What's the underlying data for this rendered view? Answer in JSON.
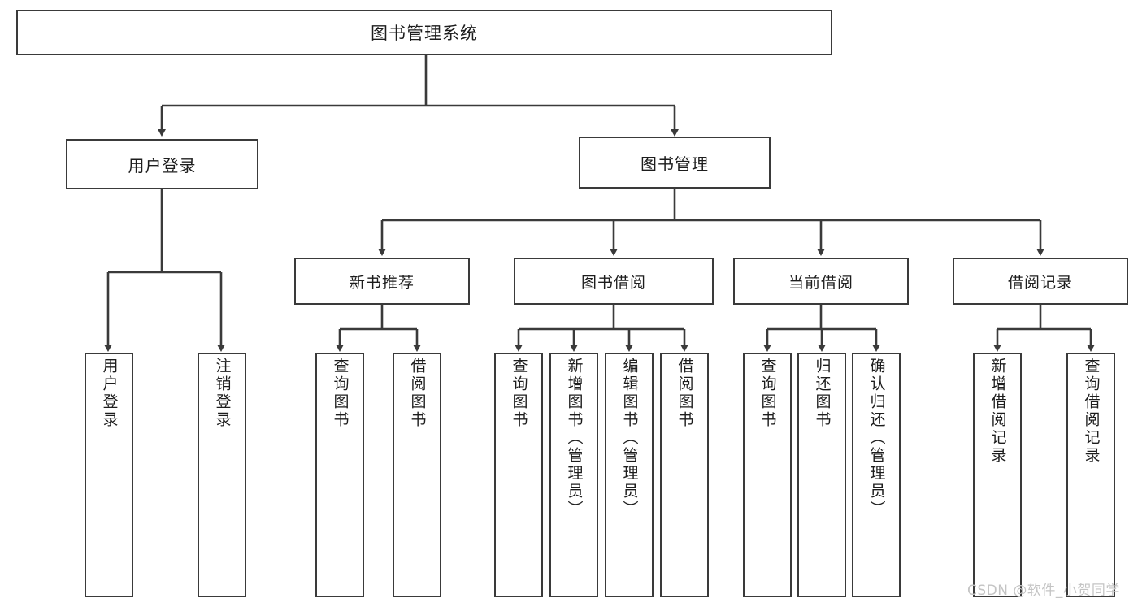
{
  "diagram": {
    "title": "图书管理系统",
    "type": "hierarchy-tree",
    "root": {
      "label": "图书管理系统"
    },
    "level2": [
      {
        "id": "user-login",
        "label": "用户登录"
      },
      {
        "id": "book-manage",
        "label": "图书管理"
      }
    ],
    "level3": [
      {
        "id": "new-book-recommend",
        "label": "新书推荐",
        "parent": "book-manage"
      },
      {
        "id": "book-borrow",
        "label": "图书借阅",
        "parent": "book-manage"
      },
      {
        "id": "current-borrow",
        "label": "当前借阅",
        "parent": "book-manage"
      },
      {
        "id": "borrow-record",
        "label": "借阅记录",
        "parent": "book-manage"
      }
    ],
    "leaves": [
      {
        "id": "leaf-user-login",
        "label": "用户登录",
        "parent": "user-login"
      },
      {
        "id": "leaf-logout",
        "label": "注销登录",
        "parent": "user-login"
      },
      {
        "id": "leaf-query-book-1",
        "label": "查询图书",
        "parent": "new-book-recommend"
      },
      {
        "id": "leaf-borrow-book-1",
        "label": "借阅图书",
        "parent": "new-book-recommend"
      },
      {
        "id": "leaf-query-book-2",
        "label": "查询图书",
        "parent": "book-borrow"
      },
      {
        "id": "leaf-add-book",
        "label": "新增图书（管理员）",
        "parent": "book-borrow"
      },
      {
        "id": "leaf-edit-book",
        "label": "编辑图书（管理员）",
        "parent": "book-borrow"
      },
      {
        "id": "leaf-borrow-book-2",
        "label": "借阅图书",
        "parent": "book-borrow"
      },
      {
        "id": "leaf-query-book-3",
        "label": "查询图书",
        "parent": "current-borrow"
      },
      {
        "id": "leaf-return-book",
        "label": "归还图书",
        "parent": "current-borrow"
      },
      {
        "id": "leaf-confirm-return",
        "label": "确认归还（管理员）",
        "parent": "current-borrow"
      },
      {
        "id": "leaf-add-record",
        "label": "新增借阅记录",
        "parent": "borrow-record"
      },
      {
        "id": "leaf-query-record",
        "label": "查询借阅记录",
        "parent": "borrow-record"
      }
    ]
  },
  "watermark": {
    "text": "CSDN @软件_小贺同学"
  },
  "colors": {
    "stroke": "#3a3a3a",
    "fill": "#ffffff",
    "text": "#1d1d1d",
    "watermark": "#c4c4c4"
  }
}
